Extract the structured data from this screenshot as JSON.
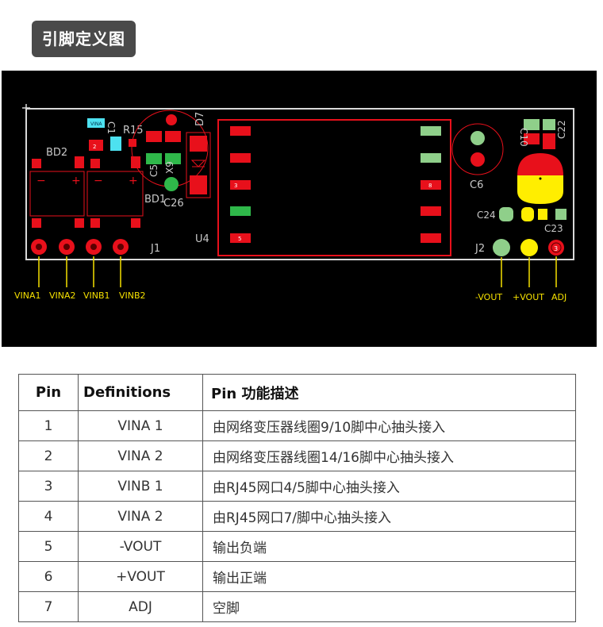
{
  "title": "引脚定义图",
  "board": {
    "labels": {
      "bd2": "BD2",
      "bd1": "BD1",
      "r15": "R15",
      "c1": "C1",
      "c5": "C5",
      "x9": "X9",
      "d7": "D7",
      "c26": "C26",
      "j1": "J1",
      "u4": "U4",
      "c6": "C6",
      "c10": "C10",
      "c22": "C22",
      "c24": "C24",
      "c23": "C23",
      "j2": "J2",
      "vina_chip": "VINA",
      "ic_pad_3": "3",
      "ic_pad_5": "5",
      "ic_pad_8": "8",
      "pad_2": "2",
      "j2_pad_3": "3",
      "bd_minus_1": "−",
      "bd_plus_1": "+",
      "bd_minus_2": "−",
      "bd_plus_2": "+"
    },
    "pin_callouts_left": [
      "VINA1",
      "VINA2",
      "VINB1",
      "VINB2"
    ],
    "pin_callouts_right": [
      "-VOUT",
      "+VOUT",
      "ADJ"
    ],
    "colors": {
      "background": "#000000",
      "outline": "#d9d9d9",
      "pad_red": "#e8101b",
      "pad_green": "#8fcf8a",
      "bright_green": "#2fb84a",
      "yellow": "#ffee00",
      "cyan": "#4de1f0",
      "label_yellow": "#f5e000",
      "silk_gray": "#c8c8c8"
    }
  },
  "table": {
    "headers": [
      "Pin",
      "Definitions",
      "Pin 功能描述"
    ],
    "rows": [
      {
        "pin": "1",
        "def": "VINA 1",
        "desc": "由网络变压器线圈9/10脚中心抽头接入"
      },
      {
        "pin": "2",
        "def": "VINA 2",
        "desc": "由网络变压器线圈14/16脚中心抽头接入"
      },
      {
        "pin": "3",
        "def": "VINB 1",
        "desc": "由RJ45网口4/5脚中心抽头接入"
      },
      {
        "pin": "4",
        "def": "VINA 2",
        "desc": "由RJ45网口7/脚中心抽头接入"
      },
      {
        "pin": "5",
        "def": "-VOUT",
        "desc": "输出负端"
      },
      {
        "pin": "6",
        "def": "+VOUT",
        "desc": "输出正端"
      },
      {
        "pin": "7",
        "def": "ADJ",
        "desc": "空脚"
      }
    ]
  }
}
